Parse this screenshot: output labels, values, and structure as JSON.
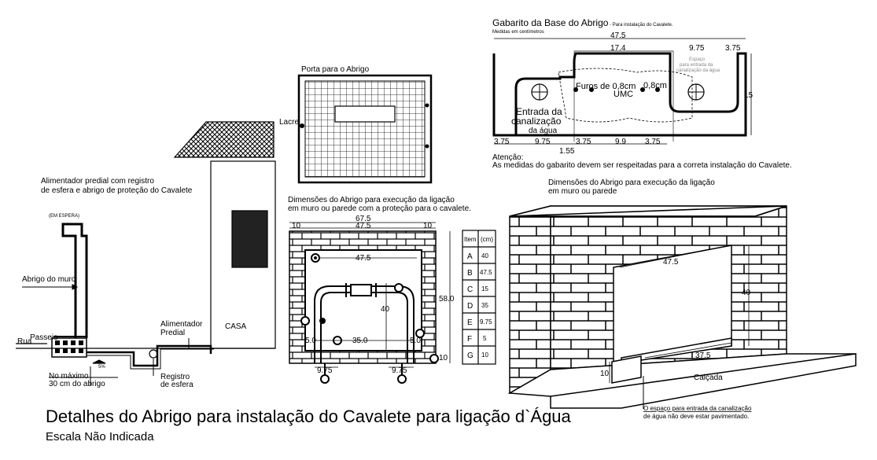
{
  "title": "Detalhes do Abrigo para instalação do Cavalete para ligação d`Água",
  "subtitle": "Escala Não Indicada",
  "left": {
    "alimentador_note_1": "Alimentador predial com registro",
    "alimentador_note_2": "de esfera e abrigo de proteção do Cavalete",
    "em_espera": "(EM ESPERA)",
    "abrigo_muro": "Abrigo do muro",
    "rua": "Rua",
    "passeio": "Passeio",
    "no_maximo_1": "No máximo",
    "no_maximo_2": "30 cm do abrigo",
    "registro_1": "Registro",
    "registro_2": "de esfera",
    "alimentador_1": "Alimentador",
    "alimentador_2": "Predial",
    "casa": "CASA",
    "slope": "5%"
  },
  "door": {
    "title": "Porta para o Abrigo",
    "lacre": "Lacre"
  },
  "dims": {
    "title_1": "Dimensões do Abrigo para execução da ligação",
    "title_2": "em muro ou parede com a proteção para o cavalete.",
    "d_675": "67.5",
    "d_10a": "10",
    "d_475a": "47.5",
    "d_10b": "10",
    "d_475b": "47.5",
    "d_580": "58.0",
    "d_40": "40",
    "d_350": "35.0",
    "d_50a": "5.0",
    "d_50b": "5.0",
    "d_100": "10",
    "d_975a": "9.75",
    "d_975b": "9.75"
  },
  "table": {
    "headers": [
      "Item",
      "(cm)"
    ],
    "rows": [
      [
        "A",
        "40"
      ],
      [
        "B",
        "47.5"
      ],
      [
        "C",
        "15"
      ],
      [
        "D",
        "35"
      ],
      [
        "E",
        "9.75"
      ],
      [
        "F",
        "5"
      ],
      [
        "G",
        "10"
      ]
    ]
  },
  "gabarito": {
    "title": "Gabarito da Base do Abrigo",
    "title_small": " - Para instalação do Cavalete.",
    "units": "Medidas em centímetros",
    "d_475": "47.5",
    "d_174": "17.4",
    "d_975": "9.75",
    "d_375t": "3.75",
    "d_15": "15",
    "espaco_1": "Espaço",
    "espaco_2": "para entrada da",
    "espaco_3": "canalização da água",
    "furos": "Furos de 0,8cm",
    "furos_b": "0,8cm",
    "umc": "UMC",
    "entrada_1": "Entrada da",
    "entrada_2": "canalização",
    "entrada_3": "da água",
    "b_375a": "3.75",
    "b_975": "9.75",
    "b_375b": "3.75",
    "b_99": "9.9",
    "b_375c": "3.75",
    "b_155": "1.55",
    "atencao": "Atenção:",
    "atencao_text": "As medidas do gabarito devem ser respeitadas para a correta instalação do Cavalete."
  },
  "wall": {
    "title_1": "Dimensões do Abrigo para execução da ligação",
    "title_2": "em muro ou parede",
    "d_475": "47.5",
    "d_40": "40",
    "d_375": "37.5",
    "d_10": "10",
    "calcada": "Calçada",
    "espaco_1": "O espaço para entrada da canalização",
    "espaco_2": "de água não deve estar pavimentado."
  }
}
